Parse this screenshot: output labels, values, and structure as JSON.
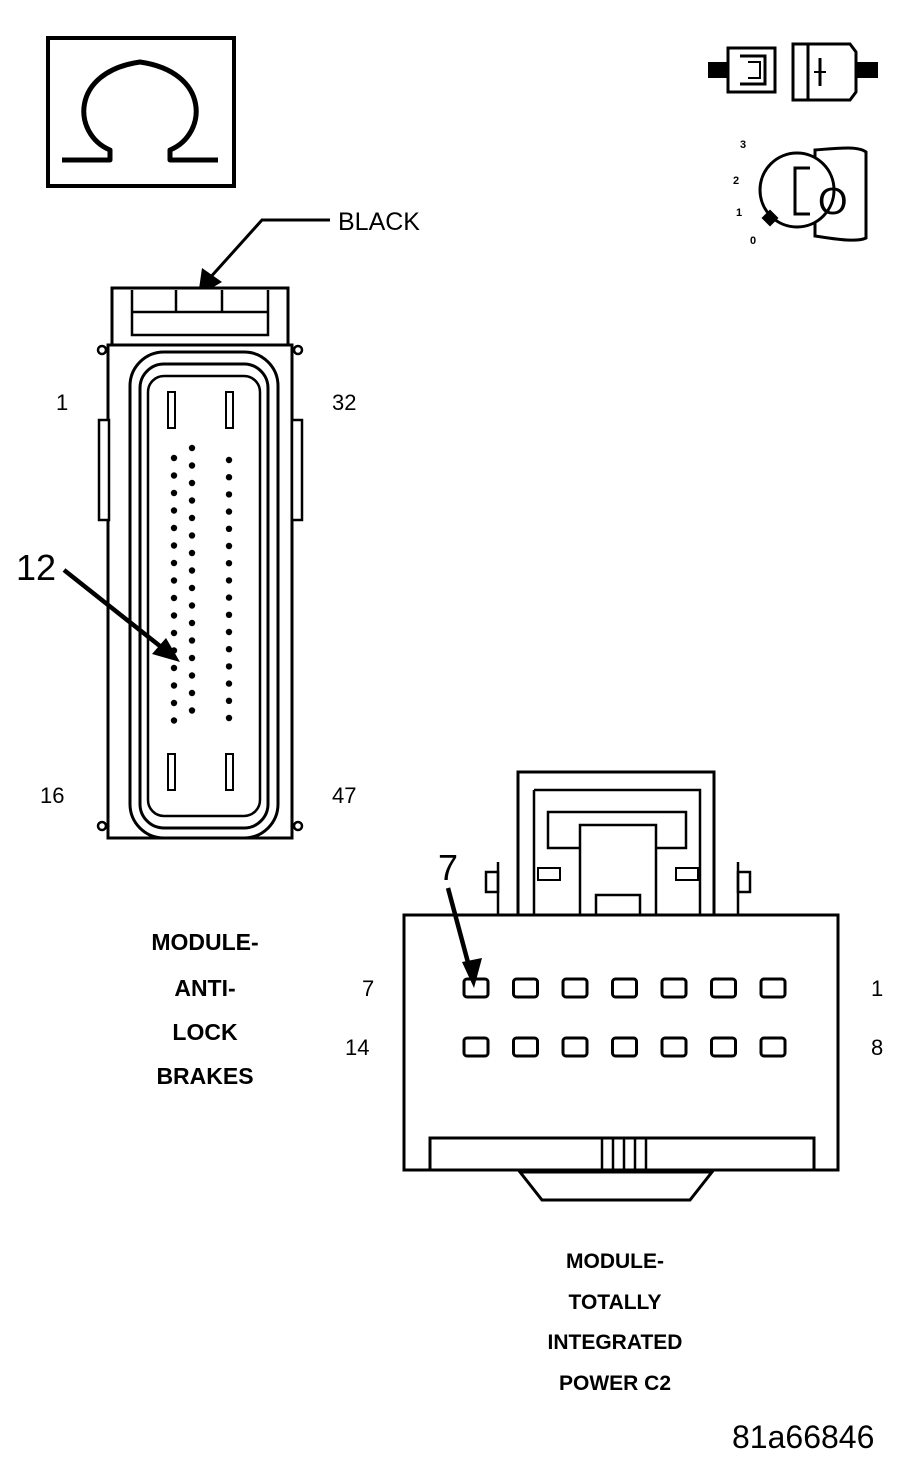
{
  "symbols": {
    "ohm_icon": "ohm-symbol",
    "connector_icon": "connector-disconnected",
    "ignition_icon": "ignition-key-off",
    "ignition_positions": [
      "3",
      "2",
      "1",
      "0"
    ],
    "ignition_key_label": "O"
  },
  "abs_connector": {
    "color_label": "BLACK",
    "pin_corner_labels": {
      "top_left": "1",
      "top_right": "32",
      "bottom_left": "16",
      "bottom_right": "47"
    },
    "callout_pin": "12",
    "name_lines": [
      "MODULE-",
      "ANTI-",
      "LOCK",
      "BRAKES"
    ]
  },
  "tipm_connector": {
    "callout_pin": "7",
    "row_labels": {
      "row1_left": "7",
      "row1_right": "1",
      "row2_left": "14",
      "row2_right": "8"
    },
    "name_lines": [
      "MODULE-",
      "TOTALLY",
      "INTEGRATED",
      "POWER C2"
    ]
  },
  "figure_id": "81a66846"
}
